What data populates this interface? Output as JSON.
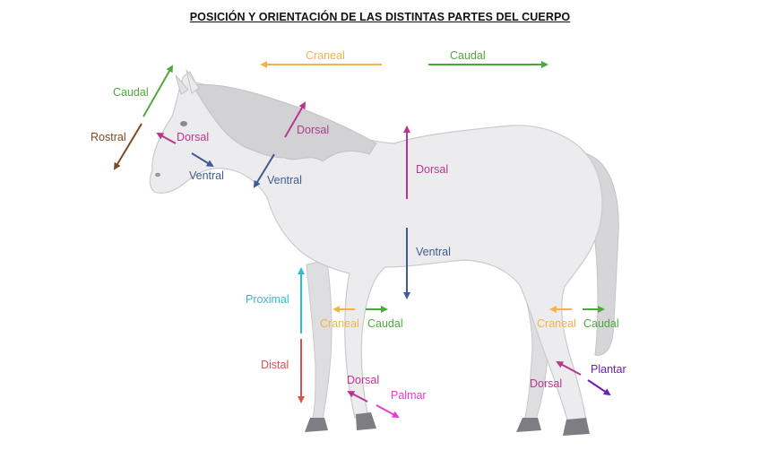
{
  "title": "POSICIÓN Y ORIENTACIÓN DE LAS DISTINTAS PARTES DEL CUERPO",
  "colors": {
    "caudal": "#4fa83d",
    "craneal": "#f0b44a",
    "rostral": "#7a4a22",
    "dorsal": "#b8368f",
    "ventral": "#3f5a94",
    "proximal": "#2bbfcf",
    "distal": "#d9534f",
    "palmar": "#e83ad8",
    "plantar": "#6a1fb5",
    "horse_body": "#e9e9eb",
    "horse_outline": "#c9c9cc",
    "mane": "#cfcfd2",
    "hoof": "#7d7d82"
  },
  "labels": {
    "head_caudal": "Caudal",
    "head_rostral": "Rostral",
    "head_dorsal": "Dorsal",
    "head_ventral": "Ventral",
    "top_craneal": "Craneal",
    "top_caudal": "Caudal",
    "neck_dorsal": "Dorsal",
    "neck_ventral": "Ventral",
    "body_dorsal": "Dorsal",
    "body_ventral": "Ventral",
    "limb_proximal": "Proximal",
    "limb_distal": "Distal",
    "fore_craneal": "Craneal",
    "fore_caudal": "Caudal",
    "fore_dorsal": "Dorsal",
    "fore_palmar": "Palmar",
    "hind_craneal": "Craneal",
    "hind_caudal": "Caudal",
    "hind_dorsal": "Dorsal",
    "hind_plantar": "Plantar"
  }
}
